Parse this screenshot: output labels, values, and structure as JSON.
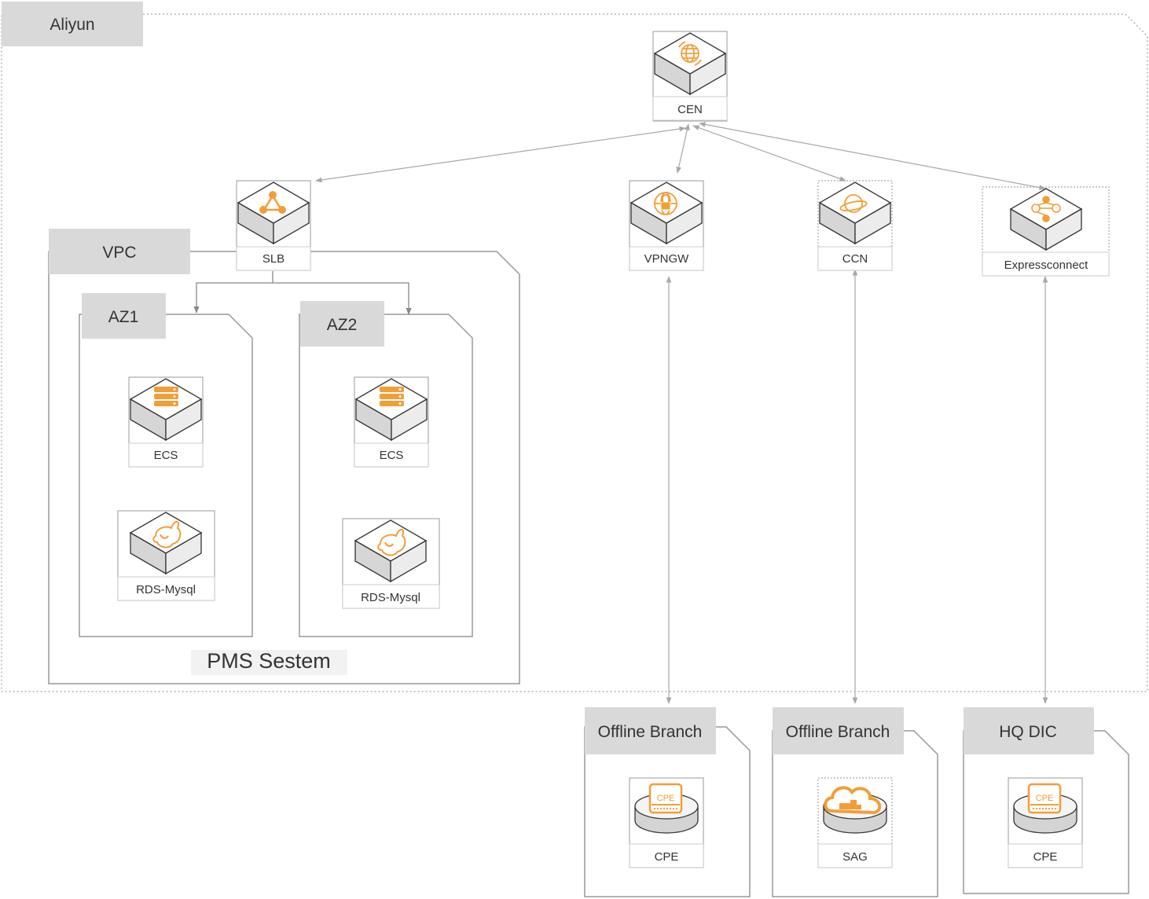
{
  "regions": {
    "cloud": {
      "title": "Aliyun"
    },
    "vpc": {
      "title": "VPC",
      "caption": "PMS Sestem"
    },
    "az1": {
      "title": "AZ1"
    },
    "az2": {
      "title": "AZ2"
    },
    "branch1": {
      "title": "Offline Branch"
    },
    "branch2": {
      "title": "Offline Branch"
    },
    "hq": {
      "title": "HQ DIC"
    }
  },
  "nodes": {
    "cen": {
      "label": "CEN",
      "icon": "globe-icon"
    },
    "slb": {
      "label": "SLB",
      "icon": "load-balancer-icon"
    },
    "vpngw": {
      "label": "VPNGW",
      "icon": "vpn-gateway-icon"
    },
    "ccn": {
      "label": "CCN",
      "icon": "planet-icon"
    },
    "express": {
      "label": "Expressconnect",
      "icon": "network-nodes-icon"
    },
    "ecs1": {
      "label": "ECS",
      "icon": "server-stack-icon"
    },
    "ecs2": {
      "label": "ECS",
      "icon": "server-stack-icon"
    },
    "rds1": {
      "label": "RDS-Mysql",
      "icon": "dolphin-icon"
    },
    "rds2": {
      "label": "RDS-Mysql",
      "icon": "dolphin-icon"
    },
    "cpe1": {
      "label": "CPE",
      "icon": "cpe-device-icon",
      "badge": "CPE"
    },
    "sag": {
      "label": "SAG",
      "icon": "cloud-key-icon"
    },
    "cpe2": {
      "label": "CPE",
      "icon": "cpe-device-icon",
      "badge": "CPE"
    }
  },
  "colors": {
    "accent": "#f29e38",
    "line": "#aaaaaa",
    "tab": "#d9d9d9",
    "border": "#999999"
  }
}
